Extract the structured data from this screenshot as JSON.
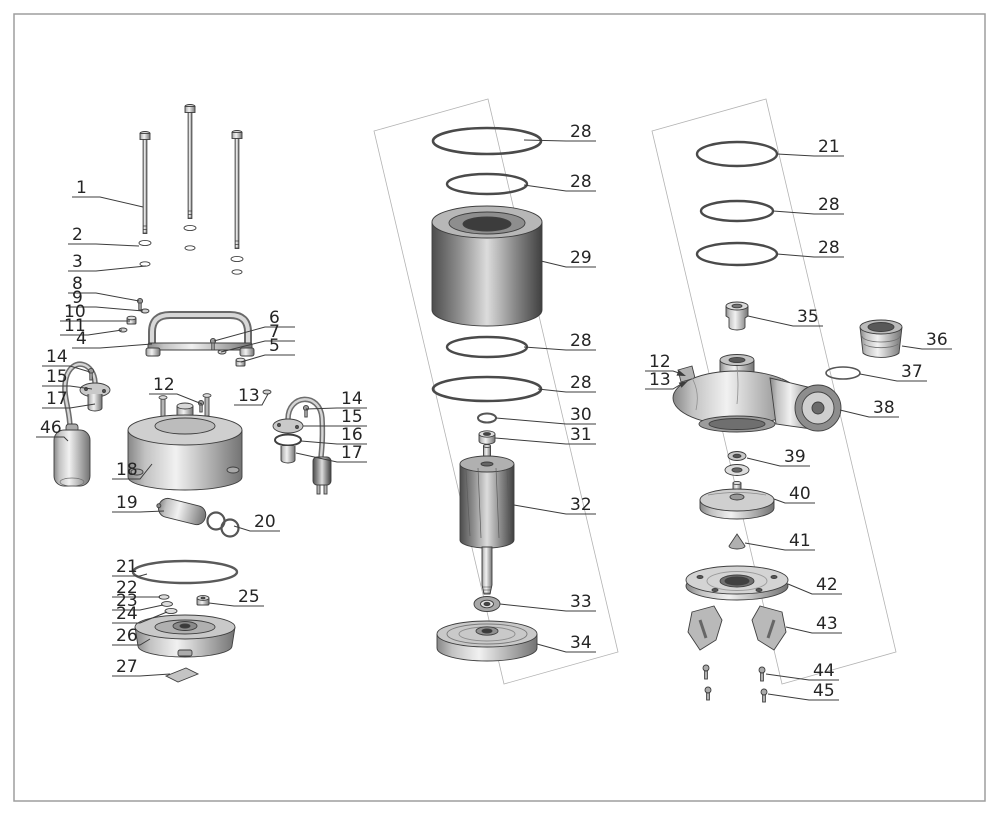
{
  "colors": {
    "line": "#3f3f3f",
    "leader": "#3c3c3c",
    "background": "#ffffff",
    "frame": "#9e9e9e"
  },
  "callouts": {
    "c1": "1",
    "c2": "2",
    "c3": "3",
    "c8": "8",
    "c9": "9",
    "c10": "10",
    "c11": "11",
    "c4": "4",
    "c14L": "14",
    "c15L": "15",
    "c17L": "17",
    "c46": "46",
    "c6": "6",
    "c7": "7",
    "c5": "5",
    "c12L": "12",
    "c13L": "13",
    "c14R": "14",
    "c15R": "15",
    "c16R": "16",
    "c17R": "17",
    "c18": "18",
    "c19": "19",
    "c20": "20",
    "c21": "21",
    "c22": "22",
    "c23": "23",
    "c24": "24",
    "c25": "25",
    "c26": "26",
    "c27": "27",
    "c28a": "28",
    "c28b": "28",
    "c29": "29",
    "c28c": "28",
    "c28d": "28",
    "c30": "30",
    "c31": "31",
    "c32": "32",
    "c33": "33",
    "c34": "34",
    "c21R": "21",
    "c28e": "28",
    "c28f": "28",
    "c35": "35",
    "c36": "36",
    "c37": "37",
    "c12R": "12",
    "c13R": "13",
    "c38": "38",
    "c39": "39",
    "c40": "40",
    "c41": "41",
    "c42": "42",
    "c43": "43",
    "c44": "44",
    "c45": "45"
  }
}
